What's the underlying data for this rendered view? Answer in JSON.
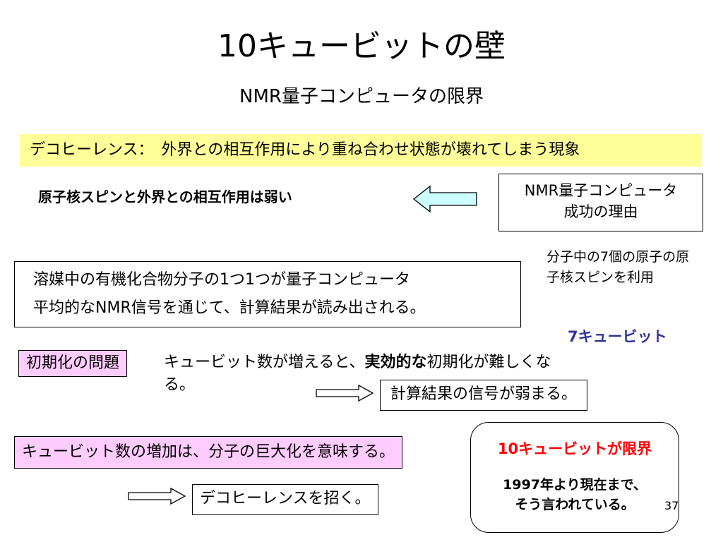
{
  "slide": {
    "title": "10キュービットの壁",
    "subtitle": "NMR量子コンピュータの限界",
    "decoherence": "デコヒーレンス：　外界との相互作用により重ね合わせ状態が壊れてしまう現象",
    "nuclear_weak": "原子核スピンと外界との相互作用は弱い",
    "success_reason": {
      "line1": "NMR量子コンピュータ",
      "line2": "成功の理由"
    },
    "seven_atoms_note": "分子中の7個の原子の原子核スピンを利用",
    "solvent": {
      "line1": "溶媒中の有機化合物分子の1つ1つが量子コンピュータ",
      "line2": "平均的なNMR信号を通じて、計算結果が読み出される。"
    },
    "seven_qubit": "7キュービット",
    "init_problem": "初期化の問題",
    "init_desc": {
      "pre": "キュービット数が増えると、",
      "bold": "実効的な",
      "post": "初期化が難しくなる。"
    },
    "weak_signal": "計算結果の信号が弱まる。",
    "increase_qubit": "キュービット数の増加は、分子の巨大化を意味する。",
    "limit": {
      "title": "10キュービットが限界",
      "line1": "1997年より現在まで、",
      "line2": "そう言われている。"
    },
    "invites_decoherence": "デコヒーレンスを招く。",
    "page_number": "37"
  },
  "colors": {
    "decoherence_bg": "#ffff99",
    "pink_label_bg": "#ffccff",
    "arrow_fill": "#ccffff",
    "seven_qubit_text": "#333399",
    "limit_title_text": "#ff0000"
  },
  "icons": {
    "left_arrow": "arrow-left-icon",
    "right_arrows": "arrow-right-icon"
  }
}
